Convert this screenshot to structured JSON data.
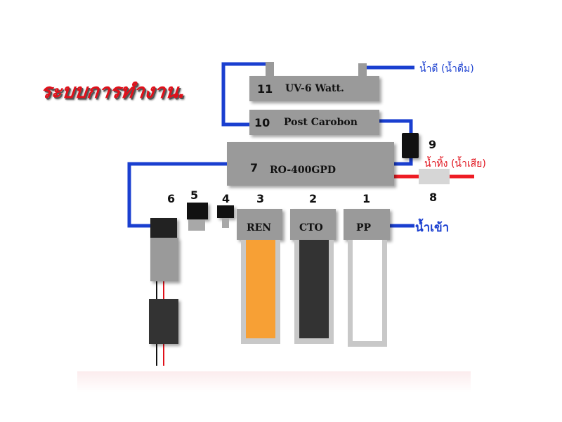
{
  "title": "ระบบการทำงาน.",
  "stages": [
    {
      "num": "1",
      "label": "PP"
    },
    {
      "num": "2",
      "label": "CTO"
    },
    {
      "num": "3",
      "label": "REN"
    },
    {
      "num": "4",
      "label": ""
    },
    {
      "num": "5",
      "label": ""
    },
    {
      "num": "6",
      "label": ""
    },
    {
      "num": "7",
      "label": "RO-400GPD"
    },
    {
      "num": "8",
      "label": ""
    },
    {
      "num": "9",
      "label": ""
    },
    {
      "num": "10",
      "label": "Post Carobon"
    },
    {
      "num": "11",
      "label": "UV-6  Watt."
    }
  ],
  "labels": {
    "inlet": "น้ำเข้า",
    "outlet": "น้ำดี (น้ำดื่ม)",
    "waste": "น้ำทิ้ง (น้ำเสีย)"
  },
  "colors": {
    "pipe": "#1a3fd0",
    "waste_pipe": "#ee1c24",
    "housing": "#9a9a9a",
    "pp_cartridge": "#ffffff",
    "cto_cartridge": "#333333",
    "ren_cartridge": "#f7a035"
  }
}
